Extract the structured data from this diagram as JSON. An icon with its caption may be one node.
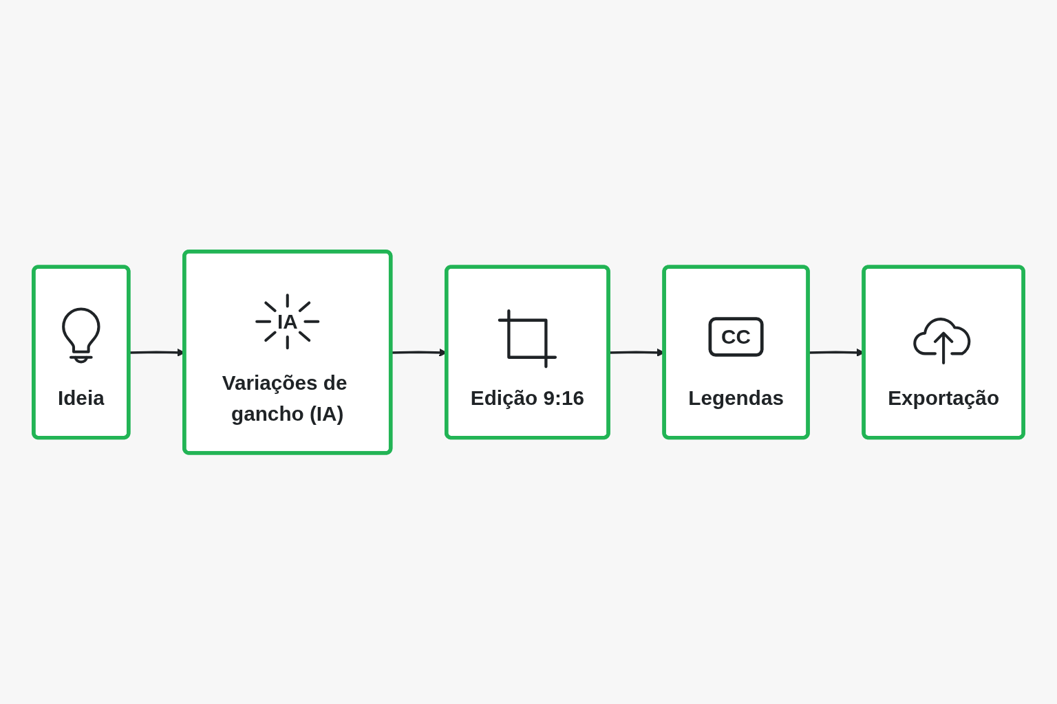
{
  "diagram": {
    "nodes": [
      {
        "text": [
          "Ideia"
        ]
      },
      {
        "text": [
          "IA",
          "Variações de gancho (IA)"
        ]
      },
      {
        "text": [
          "Edição 9:16"
        ]
      },
      {
        "text": [
          "CC",
          "Legendas"
        ]
      },
      {
        "text": [
          "Exportação"
        ]
      }
    ],
    "edges": [
      {
        "from": 0,
        "to": 1,
        "arrow": "to"
      },
      {
        "from": 1,
        "to": 2,
        "arrow": "to"
      },
      {
        "from": 2,
        "to": 3,
        "arrow": "to"
      },
      {
        "from": 3,
        "to": 4,
        "arrow": "to"
      }
    ]
  }
}
